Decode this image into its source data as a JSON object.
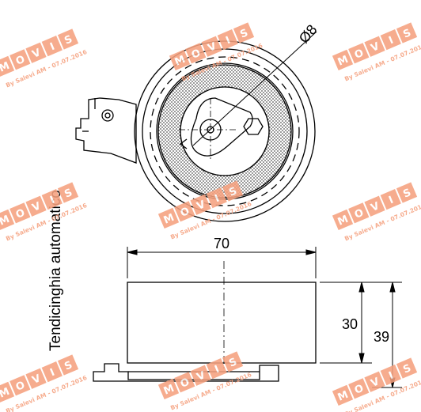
{
  "drawing": {
    "side_label": "Tendicinghia automatico",
    "dimensions": {
      "bore_diameter": "Ø8",
      "width": "70",
      "inner_height": "30",
      "total_height": "39"
    },
    "line_color": "#000000",
    "hatch_color": "#808080"
  },
  "watermark": {
    "letters": [
      "M",
      "O",
      "V",
      "I",
      "S"
    ],
    "credit": "By Salevi AM - 07.07.2016",
    "color": "#f5a17f",
    "letter_color": "#ffffff"
  }
}
